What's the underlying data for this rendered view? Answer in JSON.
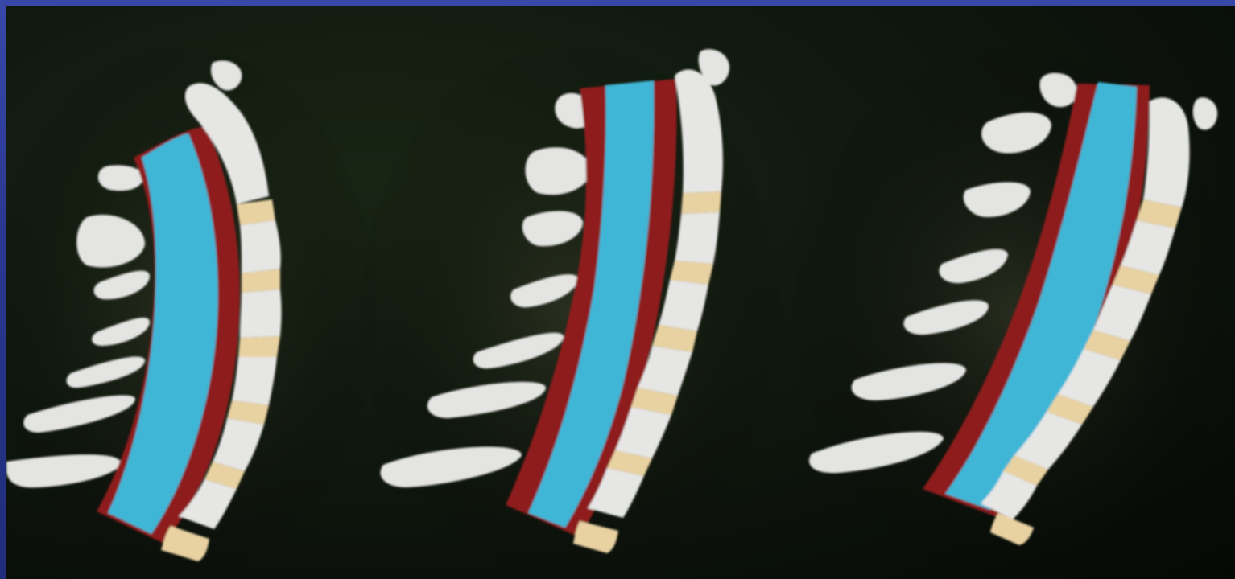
{
  "colors": {
    "background_frame": "#2d3a8c",
    "photo_background": "#0d140c",
    "spinal_cord": "#3fb6d6",
    "dura": "#8e1f1c",
    "vertebra": "#e6e6e4",
    "disc": "#e8d2a2"
  },
  "figures": [
    {
      "id": "spine-1",
      "curvature": "kyphotic"
    },
    {
      "id": "spine-2",
      "curvature": "straight"
    },
    {
      "id": "spine-3",
      "curvature": "straight"
    }
  ]
}
